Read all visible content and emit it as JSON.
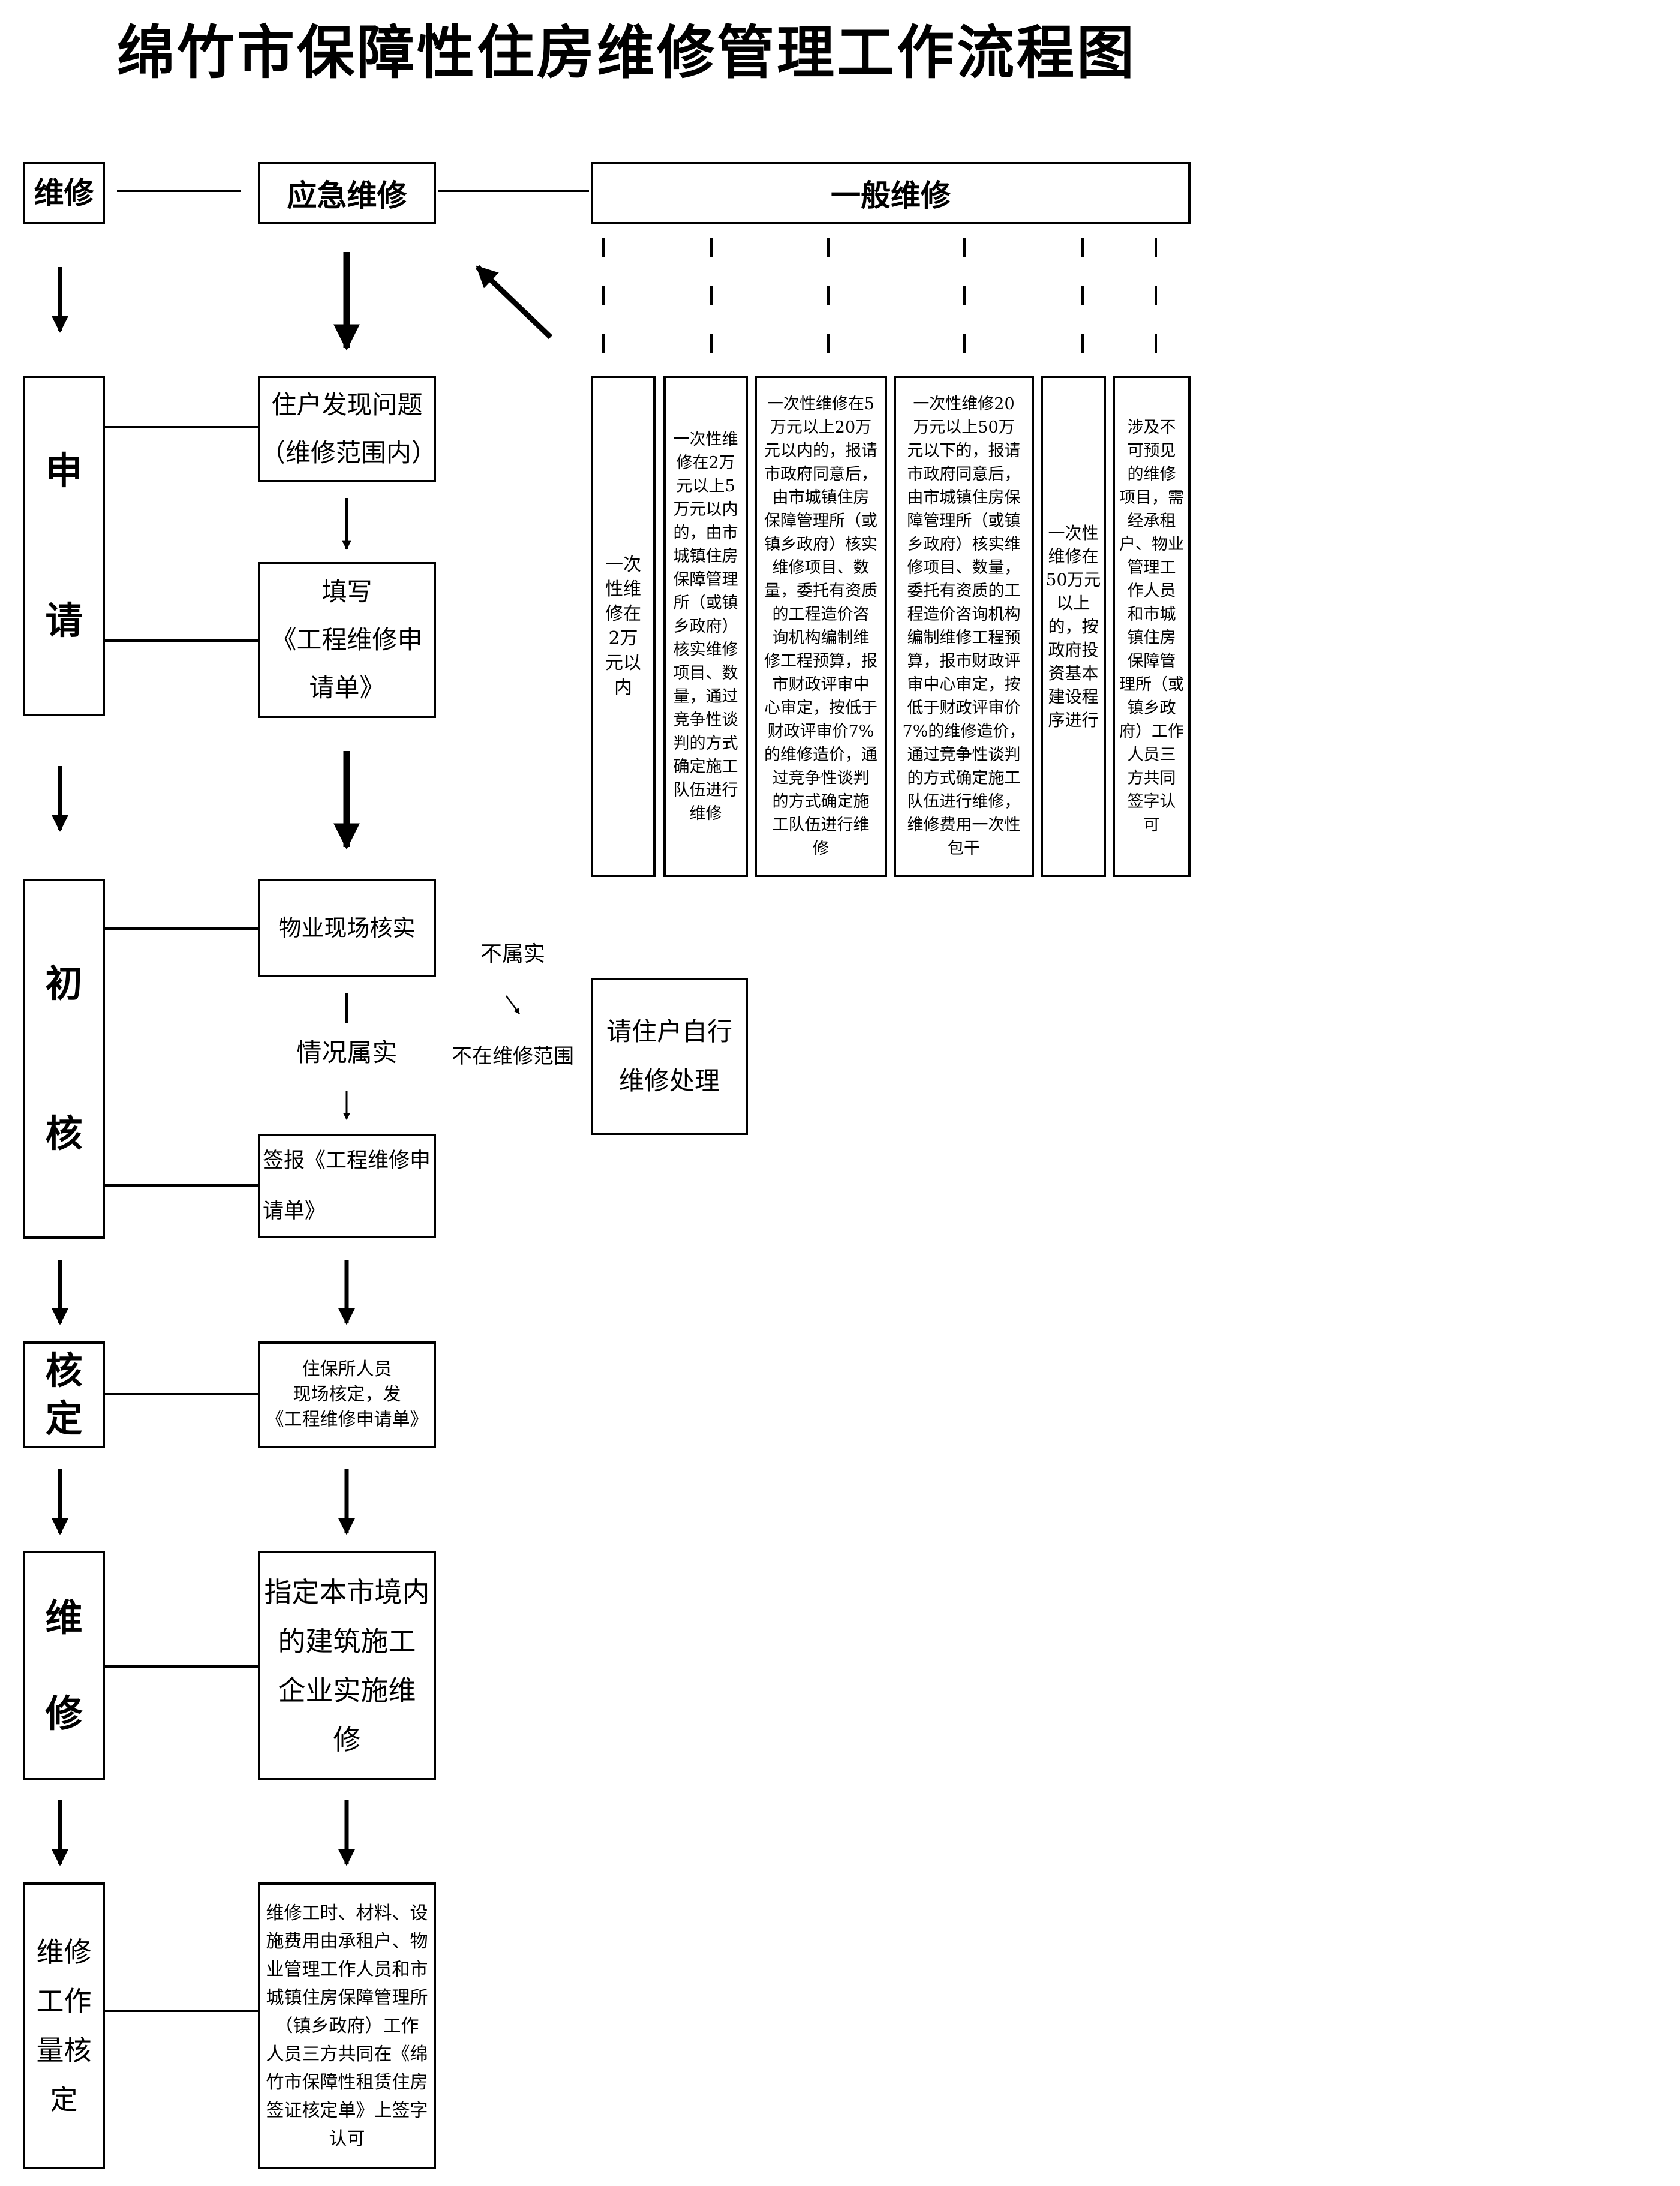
{
  "title": "绵竹市保障性住房维修管理工作流程图",
  "top_row": {
    "repair": "维修",
    "emergency": "应急维修",
    "general": "一般维修"
  },
  "general_conditions": [
    "一次\n性维\n修在\n2万\n元以\n内",
    "一次性维\n修在2万\n元以上5\n万元以内\n的，由市\n城镇住房\n保障管理\n所（或镇\n乡政府）\n核实维修\n项目、数\n量，通过\n竞争性谈\n判的方式\n确定施工\n队伍进行\n维修",
    "一次性维修在5\n万元以上20万\n元以内的，报请\n市政府同意后，\n由市城镇住房\n保障管理所（或\n镇乡政府）核实\n维修项目、数\n量，委托有资质\n的工程造价咨\n询机构编制维\n修工程预算，报\n市财政评审中\n心审定，按低于\n财政评审价7%\n的维修造价，通\n过竞争性谈判\n的方式确定施\n工队伍进行维\n修",
    "一次性维修20\n万元以上50万\n元以下的，报请\n市政府同意后，\n由市城镇住房保\n障管理所（或镇\n乡政府）核实维\n修项目、数量，\n委托有资质的工\n程造价咨询机构\n编制维修工程预\n算，报市财政评\n审中心审定，按\n低于财政评审价\n7%的维修造价，\n通过竞争性谈判\n的方式确定施工\n队伍进行维修，\n维修费用一次性\n包干",
    "一次性\n维修在\n50万元\n以上\n的，按\n政府投\n资基本\n建设程\n序进行",
    "涉及不\n可预见\n的维修\n项目，需\n经承租\n户、物业\n管理工\n作人员\n和市城\n镇住房\n保障管\n理所（或\n镇乡政\n府）工作\n人员三\n方共同\n签字认\n可"
  ],
  "stages": {
    "apply": "申\n请",
    "initial_check": "初\n核",
    "approve": "核\n定",
    "repair": "维\n修",
    "workload": "维修\n工作\n量核\n定"
  },
  "steps": {
    "resident_finds": "住户发现问题\n（维修范围内）",
    "fill_form": "填写\n《工程维修申\n请单》",
    "site_check": "物业现场核实",
    "confirmed": "情况属实",
    "sign_report": "签报《工程维修申\n请单》",
    "staff_approve": "住保所人员\n现场核定，发\n《工程维修申请单》",
    "assign_company": "指定本市境内\n的建筑施工\n企业实施维\n修",
    "workload_detail": "维修工时、材料、设\n施费用由承租户、物\n业管理工作人员和市\n城镇住房保障管理所\n（镇乡政府）工作\n人员三方共同在《绵\n竹市保障性租赁住房\n签证核定单》上签字\n认可"
  },
  "branch": {
    "not_true": "不属实",
    "out_of_scope": "不在维修范围",
    "self_repair": "请住户自行\n维修处理"
  }
}
